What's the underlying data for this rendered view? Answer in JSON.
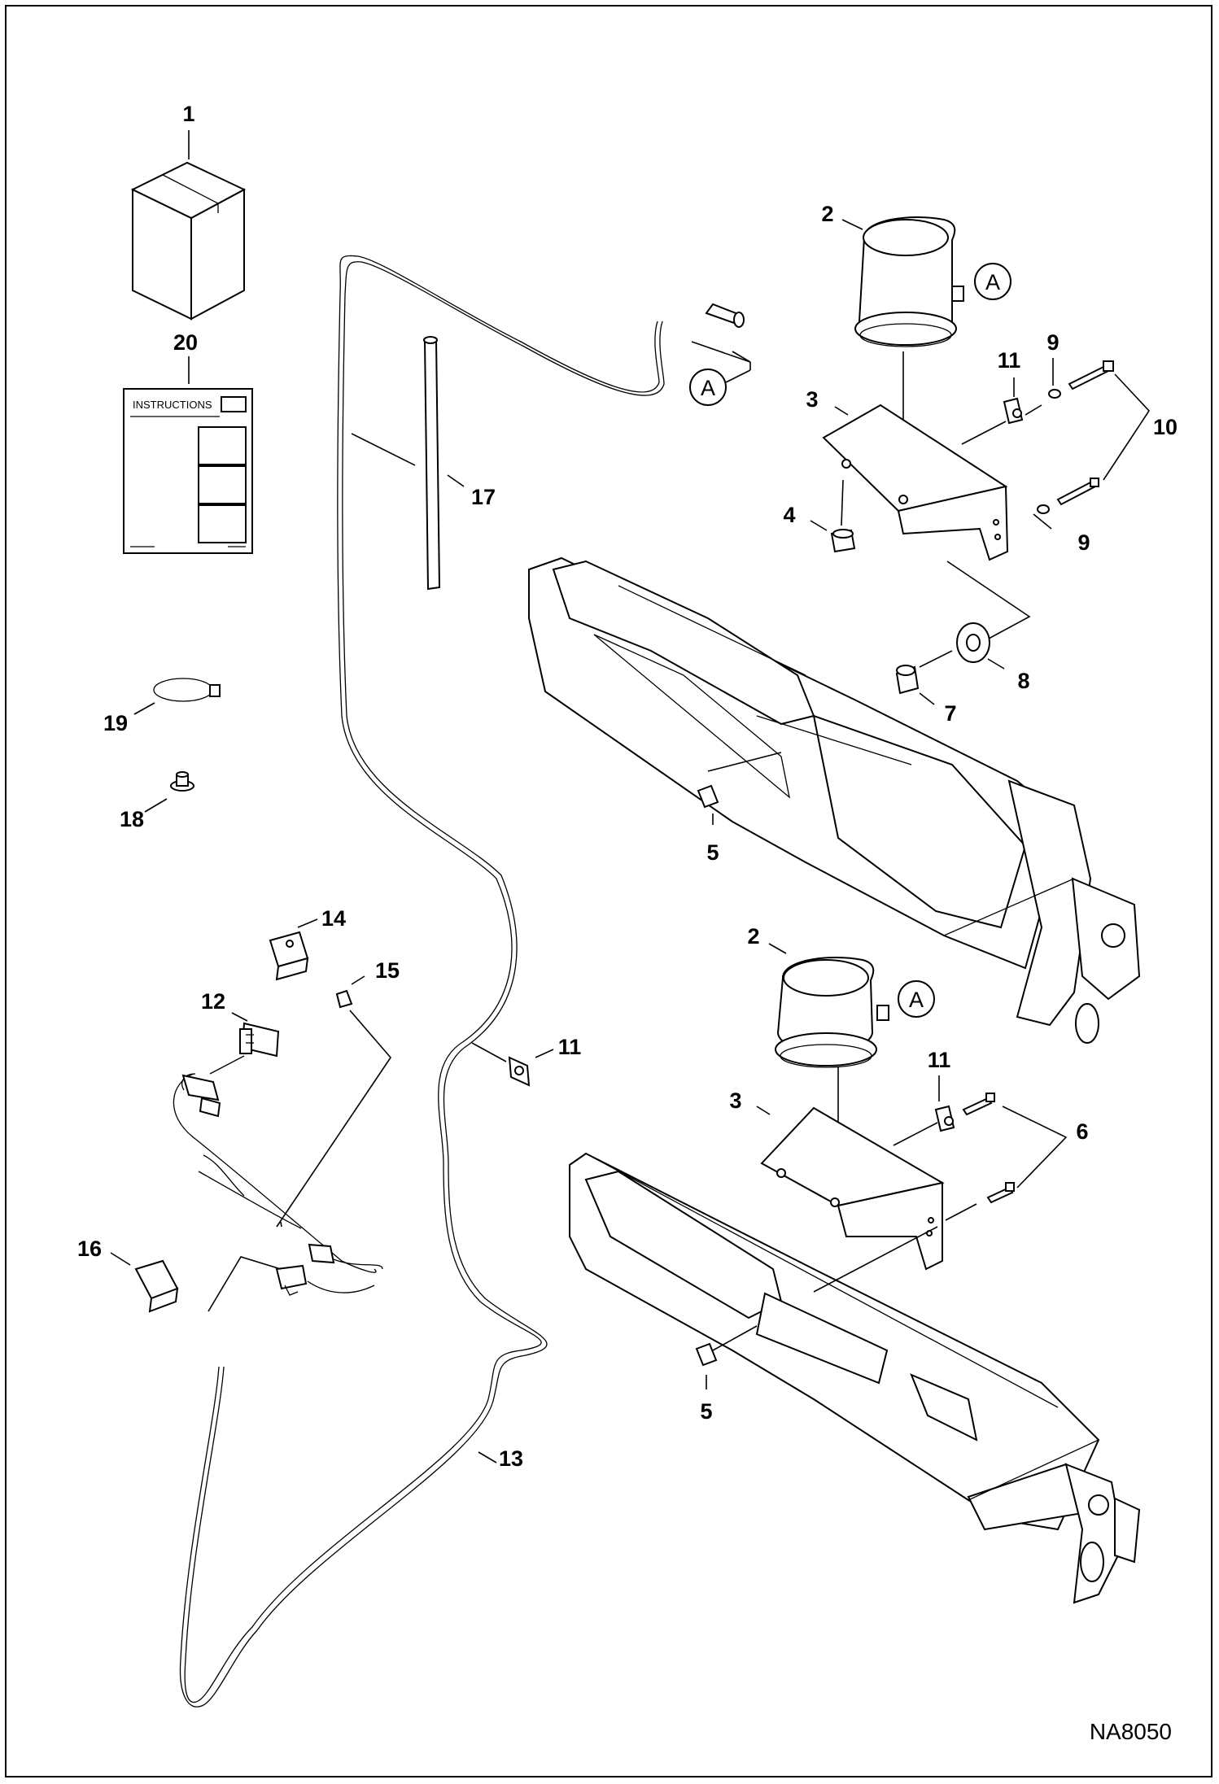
{
  "drawing_code": "NA8050",
  "instructions_label": "INSTRUCTIONS",
  "view_reference": "A",
  "callouts": [
    {
      "id": "c1",
      "text": "1"
    },
    {
      "id": "c20",
      "text": "20"
    },
    {
      "id": "c2a",
      "text": "2"
    },
    {
      "id": "c2b",
      "text": "2"
    },
    {
      "id": "c3a",
      "text": "3"
    },
    {
      "id": "c3b",
      "text": "3"
    },
    {
      "id": "c4",
      "text": "4"
    },
    {
      "id": "c5a",
      "text": "5"
    },
    {
      "id": "c5b",
      "text": "5"
    },
    {
      "id": "c6",
      "text": "6"
    },
    {
      "id": "c7",
      "text": "7"
    },
    {
      "id": "c8",
      "text": "8"
    },
    {
      "id": "c9a",
      "text": "9"
    },
    {
      "id": "c9b",
      "text": "9"
    },
    {
      "id": "c10",
      "text": "10"
    },
    {
      "id": "c11a",
      "text": "11"
    },
    {
      "id": "c11b",
      "text": "11"
    },
    {
      "id": "c11c",
      "text": "11"
    },
    {
      "id": "c12",
      "text": "12"
    },
    {
      "id": "c13",
      "text": "13"
    },
    {
      "id": "c14",
      "text": "14"
    },
    {
      "id": "c15",
      "text": "15"
    },
    {
      "id": "c16",
      "text": "16"
    },
    {
      "id": "c17",
      "text": "17"
    },
    {
      "id": "c18",
      "text": "18"
    },
    {
      "id": "c19",
      "text": "19"
    }
  ]
}
